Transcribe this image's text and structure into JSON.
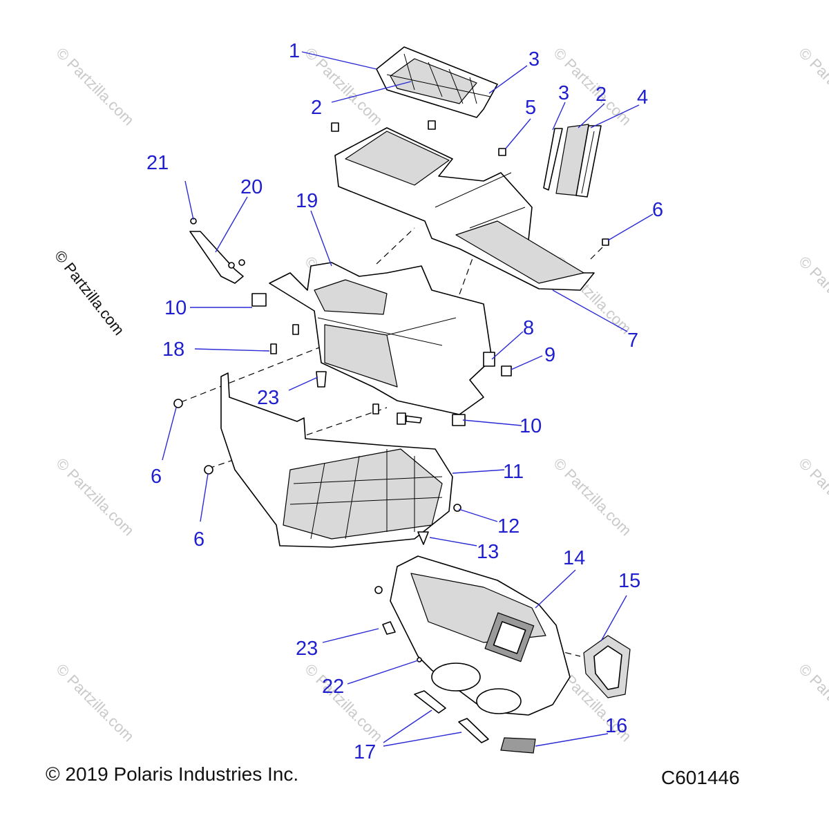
{
  "copyright": "© 2019 Polaris Industries Inc.",
  "diagram_code": "C601446",
  "side_watermark": "© Partzilla.com",
  "watermark": "© Partzilla.com",
  "callouts": [
    "1",
    "2",
    "3",
    "3",
    "2",
    "4",
    "5",
    "21",
    "20",
    "19",
    "6",
    "10",
    "18",
    "8",
    "9",
    "7",
    "23",
    "10",
    "6",
    "11",
    "6",
    "12",
    "13",
    "14",
    "15",
    "23",
    "22",
    "16",
    "17"
  ]
}
